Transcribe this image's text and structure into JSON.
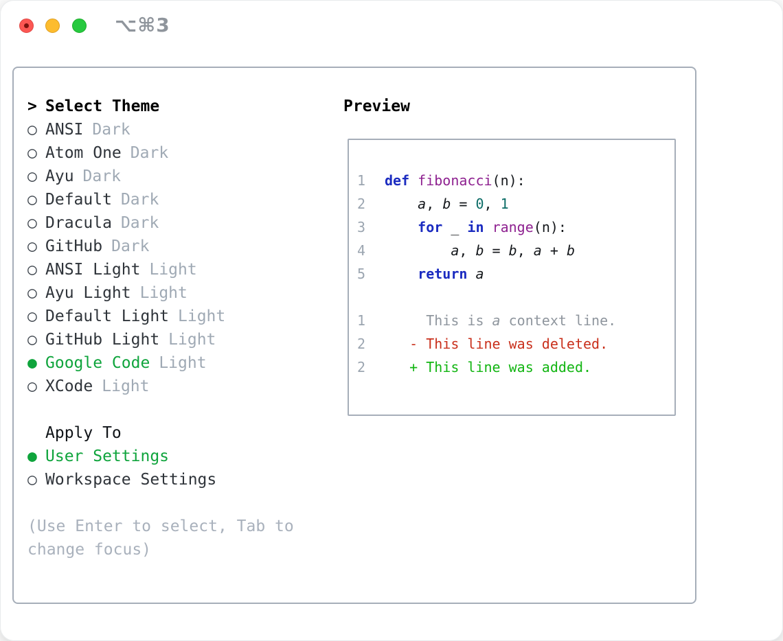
{
  "titlebar": {
    "shortcut": "⌥⌘3"
  },
  "theme_picker": {
    "prompt_char": ">",
    "heading": "Select Theme",
    "items": [
      {
        "name": "ANSI",
        "tag": "Dark",
        "selected": false
      },
      {
        "name": "Atom One",
        "tag": "Dark",
        "selected": false
      },
      {
        "name": "Ayu",
        "tag": "Dark",
        "selected": false
      },
      {
        "name": "Default",
        "tag": "Dark",
        "selected": false
      },
      {
        "name": "Dracula",
        "tag": "Dark",
        "selected": false
      },
      {
        "name": "GitHub",
        "tag": "Dark",
        "selected": false
      },
      {
        "name": "ANSI Light",
        "tag": "Light",
        "selected": false
      },
      {
        "name": "Ayu Light",
        "tag": "Light",
        "selected": false
      },
      {
        "name": "Default Light",
        "tag": "Light",
        "selected": false
      },
      {
        "name": "GitHub Light",
        "tag": "Light",
        "selected": false
      },
      {
        "name": "Google Code",
        "tag": "Light",
        "selected": true
      },
      {
        "name": "XCode",
        "tag": "Light",
        "selected": false
      }
    ]
  },
  "apply_to": {
    "heading": "Apply To",
    "options": [
      {
        "label": "User Settings",
        "selected": true
      },
      {
        "label": "Workspace Settings",
        "selected": false
      }
    ]
  },
  "help_text": "(Use Enter to select, Tab to change focus)",
  "preview": {
    "heading": "Preview",
    "lines": [
      {
        "n": "1",
        "tokens": [
          {
            "t": "kwd",
            "s": "def"
          },
          {
            "t": "pln",
            "s": " "
          },
          {
            "t": "typ",
            "s": "fibonacci"
          },
          {
            "t": "pln",
            "s": "(n):"
          }
        ]
      },
      {
        "n": "2",
        "tokens": [
          {
            "t": "pln",
            "s": "    "
          },
          {
            "t": "var",
            "s": "a"
          },
          {
            "t": "pln",
            "s": ", "
          },
          {
            "t": "var",
            "s": "b"
          },
          {
            "t": "pln",
            "s": " = "
          },
          {
            "t": "lit",
            "s": "0"
          },
          {
            "t": "pln",
            "s": ", "
          },
          {
            "t": "lit",
            "s": "1"
          }
        ]
      },
      {
        "n": "3",
        "tokens": [
          {
            "t": "pln",
            "s": "    "
          },
          {
            "t": "kwd",
            "s": "for"
          },
          {
            "t": "pln",
            "s": " _ "
          },
          {
            "t": "kwd",
            "s": "in"
          },
          {
            "t": "pln",
            "s": " "
          },
          {
            "t": "typ",
            "s": "range"
          },
          {
            "t": "pln",
            "s": "(n):"
          }
        ]
      },
      {
        "n": "4",
        "tokens": [
          {
            "t": "pln",
            "s": "        "
          },
          {
            "t": "var",
            "s": "a"
          },
          {
            "t": "pln",
            "s": ", "
          },
          {
            "t": "var",
            "s": "b"
          },
          {
            "t": "pln",
            "s": " = "
          },
          {
            "t": "var",
            "s": "b"
          },
          {
            "t": "pln",
            "s": ", "
          },
          {
            "t": "var",
            "s": "a"
          },
          {
            "t": "pln",
            "s": " + "
          },
          {
            "t": "var",
            "s": "b"
          }
        ]
      },
      {
        "n": "5",
        "tokens": [
          {
            "t": "pln",
            "s": "    "
          },
          {
            "t": "kwd",
            "s": "return"
          },
          {
            "t": "pln",
            "s": " "
          },
          {
            "t": "var",
            "s": "a"
          }
        ]
      },
      {
        "n": "",
        "tokens": []
      },
      {
        "n": "1",
        "tokens": [
          {
            "t": "ctx",
            "s": "     This is "
          },
          {
            "t": "ctxv",
            "s": "a"
          },
          {
            "t": "ctx",
            "s": " context line."
          }
        ]
      },
      {
        "n": "2",
        "tokens": [
          {
            "t": "del",
            "s": "   - This line was deleted."
          }
        ]
      },
      {
        "n": "2",
        "tokens": [
          {
            "t": "add",
            "s": "   + This line was added."
          }
        ]
      }
    ]
  },
  "colors": {
    "accent_green": "#0fa43c",
    "diff_add": "#12b512",
    "diff_del": "#c9301c",
    "syntax_keyword": "#1b2bc0",
    "syntax_type": "#8e2190",
    "syntax_literal": "#0b6c66",
    "line_number": "#9ba5b0",
    "context_gray": "#8f969e",
    "tag_gray": "#9fa9b4",
    "help_gray": "#a9b1bc",
    "border_gray": "#a6aeb9",
    "name_dark": "#2f343a"
  }
}
